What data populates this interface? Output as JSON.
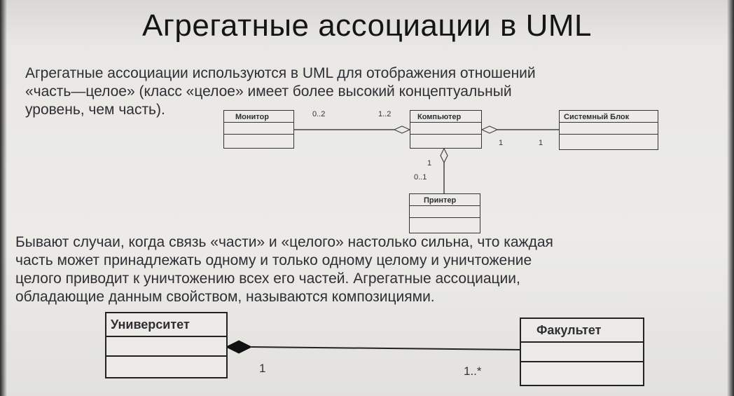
{
  "title": "Агрегатные ассоциации в UML",
  "paragraph1": [
    "Агрегатные ассоциации используются в UML для отображения отношений",
    "«часть—целое» (класс «целое» имеет более высокий концептуальный",
    "уровень, чем часть)."
  ],
  "paragraph2": [
    "Бывают случаи, когда связь «части» и «целого» настолько сильна, что каждая",
    "часть может принадлежать одному и только одному целому и уничтожение",
    "целого приводит к уничтожению всех его частей. Агрегатные ассоциации,",
    "обладающие данным свойством, называются композициями."
  ],
  "aggregation_diagram": {
    "classes": {
      "monitor": "Монитор",
      "computer": "Компьютер",
      "system_unit": "Системный Блок",
      "printer": "Принтер"
    },
    "multiplicities": {
      "monitor_end": "0..2",
      "computer_end_monitor": "1..2",
      "computer_end_system_unit": "1",
      "system_unit_end": "1",
      "computer_end_printer": "1",
      "printer_end": "0..1"
    }
  },
  "composition_diagram": {
    "classes": {
      "university": "Университет",
      "faculty": "Факультет"
    },
    "multiplicities": {
      "university_end": "1",
      "faculty_end": "1..*"
    }
  }
}
